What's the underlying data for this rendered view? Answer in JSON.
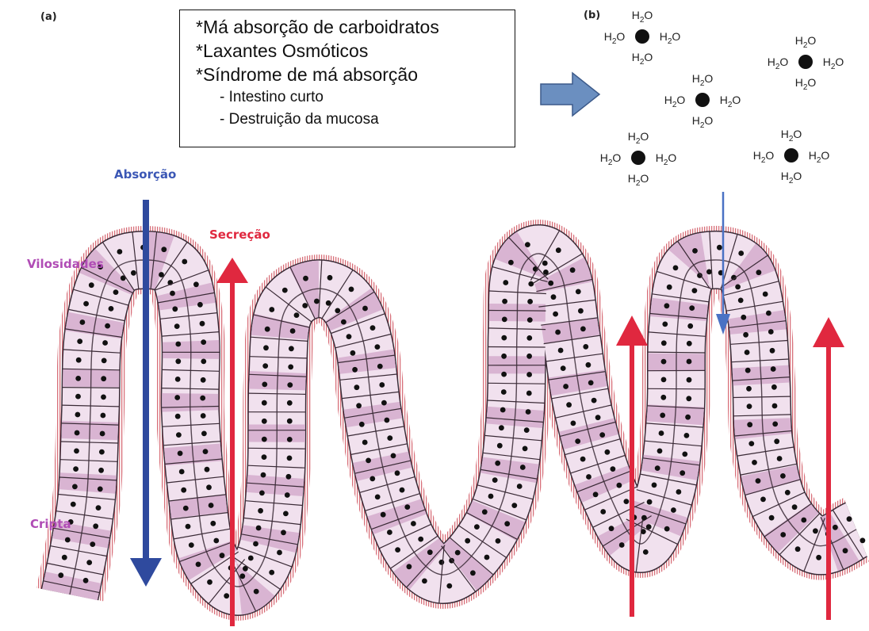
{
  "panel_a": {
    "letter": "(a)"
  },
  "panel_b": {
    "letter": "(b)"
  },
  "causes": {
    "main": [
      "*Má absorção de carboidratos",
      "*Laxantes Osmóticos",
      "*Síndrome de má absorção"
    ],
    "sub": [
      "- Intestino curto",
      "- Destruição da mucosa"
    ]
  },
  "labels": {
    "absorcao": "Absorção",
    "secrecao": "Secreção",
    "vilosidades": "Vilosidades",
    "cripta": "Cripta"
  },
  "water_molecule": {
    "base": "H",
    "subscript": "2",
    "suffix": "O",
    "cluster_count": 5
  },
  "colors": {
    "absorption_arrow": "#2f4a9e",
    "secretion_arrow": "#e0283f",
    "label_purple": "#b04cb5",
    "label_blue": "#3b57b5",
    "label_red": "#e0283f",
    "pointer_arrow": "#6b8fc0",
    "cell_fill_light": "#f1e1ee",
    "cell_fill_dark": "#d9b4d2",
    "cell_border": "#3a2a36",
    "microvilli": "#d8707a",
    "nucleus": "#111111"
  }
}
